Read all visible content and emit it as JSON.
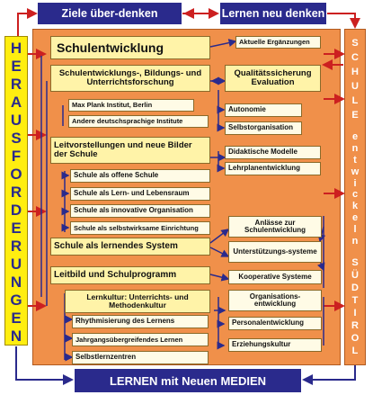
{
  "top": {
    "left": "Ziele über-denken",
    "right": "Lernen neu denken"
  },
  "bottom": {
    "label": "LERNEN mit Neuen MEDIEN"
  },
  "left_banner": [
    "H",
    "E",
    "R",
    "A",
    "U",
    "S",
    "F",
    "O",
    "R",
    "D",
    "E",
    "R",
    "U",
    "N",
    "G",
    "E",
    "N"
  ],
  "right_banner_top": [
    "S",
    "C",
    "H",
    "U",
    "L",
    "E"
  ],
  "right_banner_mid": [
    "e",
    "n",
    "t",
    "w",
    "i",
    "c",
    "k",
    "e",
    "l",
    "n"
  ],
  "right_banner_bottom": [
    "S",
    "Ü",
    "D",
    "T",
    "I",
    "R",
    "O",
    "L"
  ],
  "boxes": {
    "schulentwicklung": "Schulentwicklung",
    "aktuelle": "Aktuelle Ergänzungen",
    "forschung": "Schulentwicklungs-, Bildungs- und Unterrichtsforschung",
    "qualitaet": "Qualitätssicherung Evaluation",
    "maxplank": "Max Plank Institut, Berlin",
    "andere": "Andere deutschsprachige Institute",
    "autonomie": "Autonomie",
    "selbstorg": "Selbstorganisation",
    "leitvorstellungen": "Leitvorstellungen und neue Bilder der Schule",
    "didaktisch": "Didaktische Modelle",
    "lehrplan": "Lehrplanentwicklung",
    "offen": "Schule als offene Schule",
    "lernraum": "Schule als Lern- und Lebensraum",
    "innovativ": "Schule als innovative Organisation",
    "selbstwirksam": "Schule als selbstwirksame Einrichtung",
    "lernendes": "Schule als lernendes System",
    "anlaesse": "Anlässe zur Schulentwicklung",
    "unterstuetzung": "Unterstützungs-systeme",
    "leitbild": "Leitbild und Schulprogramm",
    "kooperativ": "Kooperative Systeme",
    "lernkultur": "Lernkultur: Unterrichts- und Methodenkultur",
    "organisation": "Organisations-entwicklung",
    "rhythmisierung": "Rhythmisierung des Lernens",
    "personal": "Personalentwicklung",
    "jahrgang": "Jahrgangsübergreifendes Lernen",
    "erziehung": "Erziehungskultur",
    "selbstlern": "Selbstlernzentren"
  },
  "colors": {
    "navy": "#2a2a8c",
    "orange": "#f0904a",
    "yellow": "#ffee10",
    "red_arrow": "#cc2020",
    "blue_arrow": "#2a2a8c"
  }
}
